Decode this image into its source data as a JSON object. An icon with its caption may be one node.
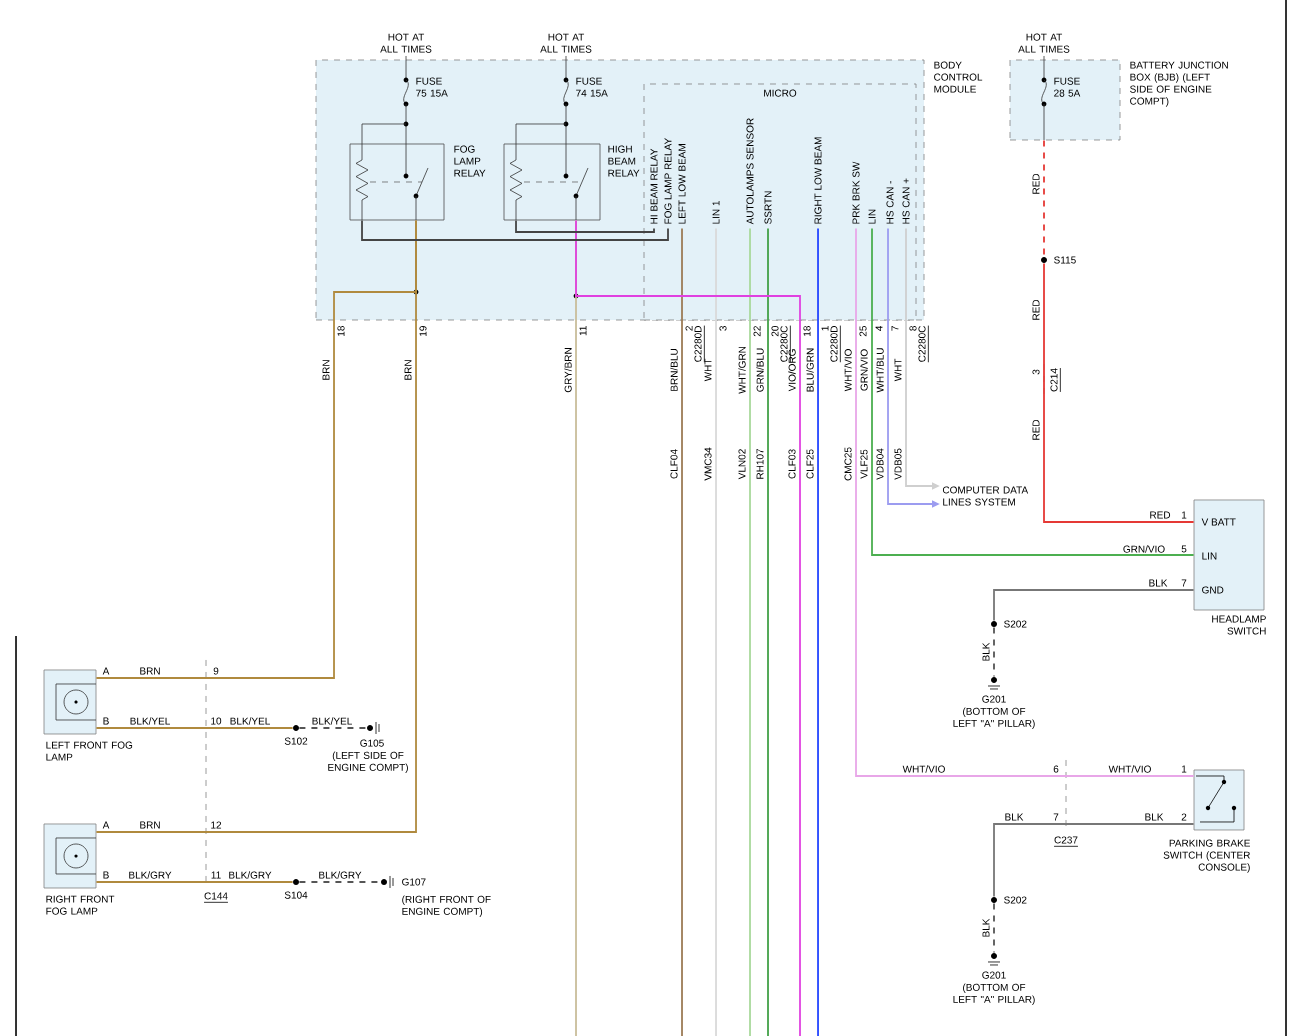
{
  "diagram": {
    "nodes": [
      {
        "text": [
          "BODY CONTROL MODULE"
        ]
      },
      {
        "text": [
          "MICRO"
        ],
        "in": 0
      },
      {
        "text": [
          "FOG LAMP RELAY"
        ],
        "in": 0
      },
      {
        "text": [
          "HIGH BEAM RELAY"
        ],
        "in": 0
      },
      {
        "text": [
          "BATTERY JUNCTION BOX (BJB) (LEFT SIDE OF ENGINE COMPT)"
        ]
      },
      {
        "text": [
          "LEFT FRONT FOG LAMP"
        ]
      },
      {
        "text": [
          "RIGHT FRONT FOG LAMP"
        ]
      },
      {
        "text": [
          "V BATT",
          "LIN",
          "GND",
          "HEADLAMP SWITCH"
        ]
      },
      {
        "text": [
          "PARKING BRAKE SWITCH (CENTER CONSOLE)"
        ]
      },
      {
        "text": [
          "COMPUTER DATA LINES SYSTEM"
        ]
      },
      {
        "text": [
          "S115"
        ]
      },
      {
        "text": [
          "S102"
        ]
      },
      {
        "text": [
          "G105",
          "(LEFT SIDE OF ENGINE COMPT)"
        ]
      },
      {
        "text": [
          "S104"
        ]
      },
      {
        "text": [
          "G107",
          "(RIGHT FRONT OF ENGINE COMPT)"
        ]
      },
      {
        "text": [
          "S202"
        ]
      },
      {
        "text": [
          "G201",
          "(BOTTOM OF LEFT \"A\" PILLAR)"
        ]
      },
      {
        "text": [
          "S202"
        ]
      },
      {
        "text": [
          "G201",
          "(BOTTOM OF LEFT \"A\" PILLAR)"
        ]
      }
    ],
    "edges": [
      {
        "from": 4,
        "to": 10,
        "arrow": "none",
        "label": "RED",
        "style": "dashed",
        "color": "#e53935"
      },
      {
        "from": 10,
        "to": 7,
        "arrow": "none",
        "label": "RED",
        "color": "#e53935"
      },
      {
        "from": 2,
        "to": 5,
        "arrow": "none",
        "label": "BRN",
        "color": "#b08a3e"
      },
      {
        "from": 2,
        "to": 6,
        "arrow": "none",
        "label": "BRN",
        "color": "#b08a3e"
      },
      {
        "from": 5,
        "to": 11,
        "arrow": "none",
        "label": "BLK/YEL",
        "color": "#b08a3e"
      },
      {
        "from": 11,
        "to": 12,
        "arrow": "none",
        "label": "BLK/YEL",
        "style": "dashed",
        "color": "#555555"
      },
      {
        "from": 6,
        "to": 13,
        "arrow": "none",
        "label": "BLK/GRY",
        "color": "#b08a3e"
      },
      {
        "from": 13,
        "to": 14,
        "arrow": "none",
        "label": "BLK/GRY",
        "style": "dashed",
        "color": "#555555"
      },
      {
        "from": 3,
        "to": null,
        "arrow": "none",
        "label": "GRY/BRN",
        "color": "#c9bd9a"
      },
      {
        "from": 1,
        "to": null,
        "arrow": "none",
        "label": "BRN/BLU",
        "color": "#9c7b55"
      },
      {
        "from": 1,
        "to": null,
        "arrow": "none",
        "label": "WHT",
        "color": "#d9d9d9"
      },
      {
        "from": 1,
        "to": null,
        "arrow": "none",
        "label": "WHT/GRN",
        "color": "#a9d99b"
      },
      {
        "from": 1,
        "to": null,
        "arrow": "none",
        "label": "GRN/BLU",
        "color": "#43a047"
      },
      {
        "from": 3,
        "to": null,
        "arrow": "none",
        "label": "VIO/ORG",
        "color": "#e040e0"
      },
      {
        "from": 1,
        "to": null,
        "arrow": "none",
        "label": "BLU/GRN",
        "color": "#1e40ff"
      },
      {
        "from": 1,
        "to": 8,
        "arrow": "none",
        "label": "WHT/VIO",
        "color": "#e8a6e8"
      },
      {
        "from": 1,
        "to": 7,
        "arrow": "none",
        "label": "GRN/VIO",
        "color": "#4caf50"
      },
      {
        "from": 1,
        "to": 9,
        "arrow": "to",
        "label": "WHT/BLU",
        "color": "#9c9cf0"
      },
      {
        "from": 1,
        "to": 9,
        "arrow": "to",
        "label": "WHT",
        "color": "#cfcfcf"
      },
      {
        "from": 7,
        "to": 15,
        "arrow": "none",
        "label": "BLK",
        "color": "#777777"
      },
      {
        "from": 15,
        "to": 16,
        "arrow": "none",
        "label": "BLK",
        "style": "dashed",
        "color": "#555555"
      },
      {
        "from": 8,
        "to": 17,
        "arrow": "none",
        "label": "BLK",
        "color": "#777777"
      },
      {
        "from": 17,
        "to": 18,
        "arrow": "none",
        "label": "BLK",
        "style": "dashed",
        "color": "#555555"
      },
      {
        "from": 2,
        "to": 1,
        "arrow": "none",
        "color": "#444444"
      },
      {
        "from": 3,
        "to": 1,
        "arrow": "none",
        "color": "#444444"
      }
    ],
    "labels": [
      "HOT AT ALL TIMES",
      "HOT AT ALL TIMES",
      "HOT AT ALL TIMES",
      "FUSE 75 15A",
      "FUSE 74 15A",
      "FUSE 28 5A",
      "HI BEAM RELAY",
      "FOG LAMP RELAY",
      "LEFT LOW BEAM",
      "LIN 1",
      "AUTOLAMPS SENSOR",
      "SSRTN",
      "RIGHT LOW BEAM",
      "PRK BRK SW",
      "LIN",
      "HS CAN -",
      "HS CAN +",
      "18",
      "19",
      "11",
      "2",
      "3",
      "22",
      "20",
      "18",
      "1",
      "25",
      "4",
      "7",
      "8",
      "C2280D",
      "C2280C",
      "C2280D",
      "C2280C",
      "CLF04",
      "VMC34",
      "VLN02",
      "RH107",
      "CLF03",
      "CLF25",
      "CMC25",
      "VLF25",
      "VDB04",
      "VDB05",
      "A",
      "BRN",
      "9",
      "B",
      "10",
      "BLK/YEL",
      "A",
      "BRN",
      "12",
      "B",
      "11",
      "BLK/GRY",
      "C144",
      "3",
      "C214",
      "RED",
      "RED",
      "1",
      "GRN/VIO",
      "5",
      "7",
      "WHT/VIO",
      "6",
      "WHT/VIO",
      "1",
      "BLK",
      "7",
      "2",
      "C237"
    ]
  }
}
